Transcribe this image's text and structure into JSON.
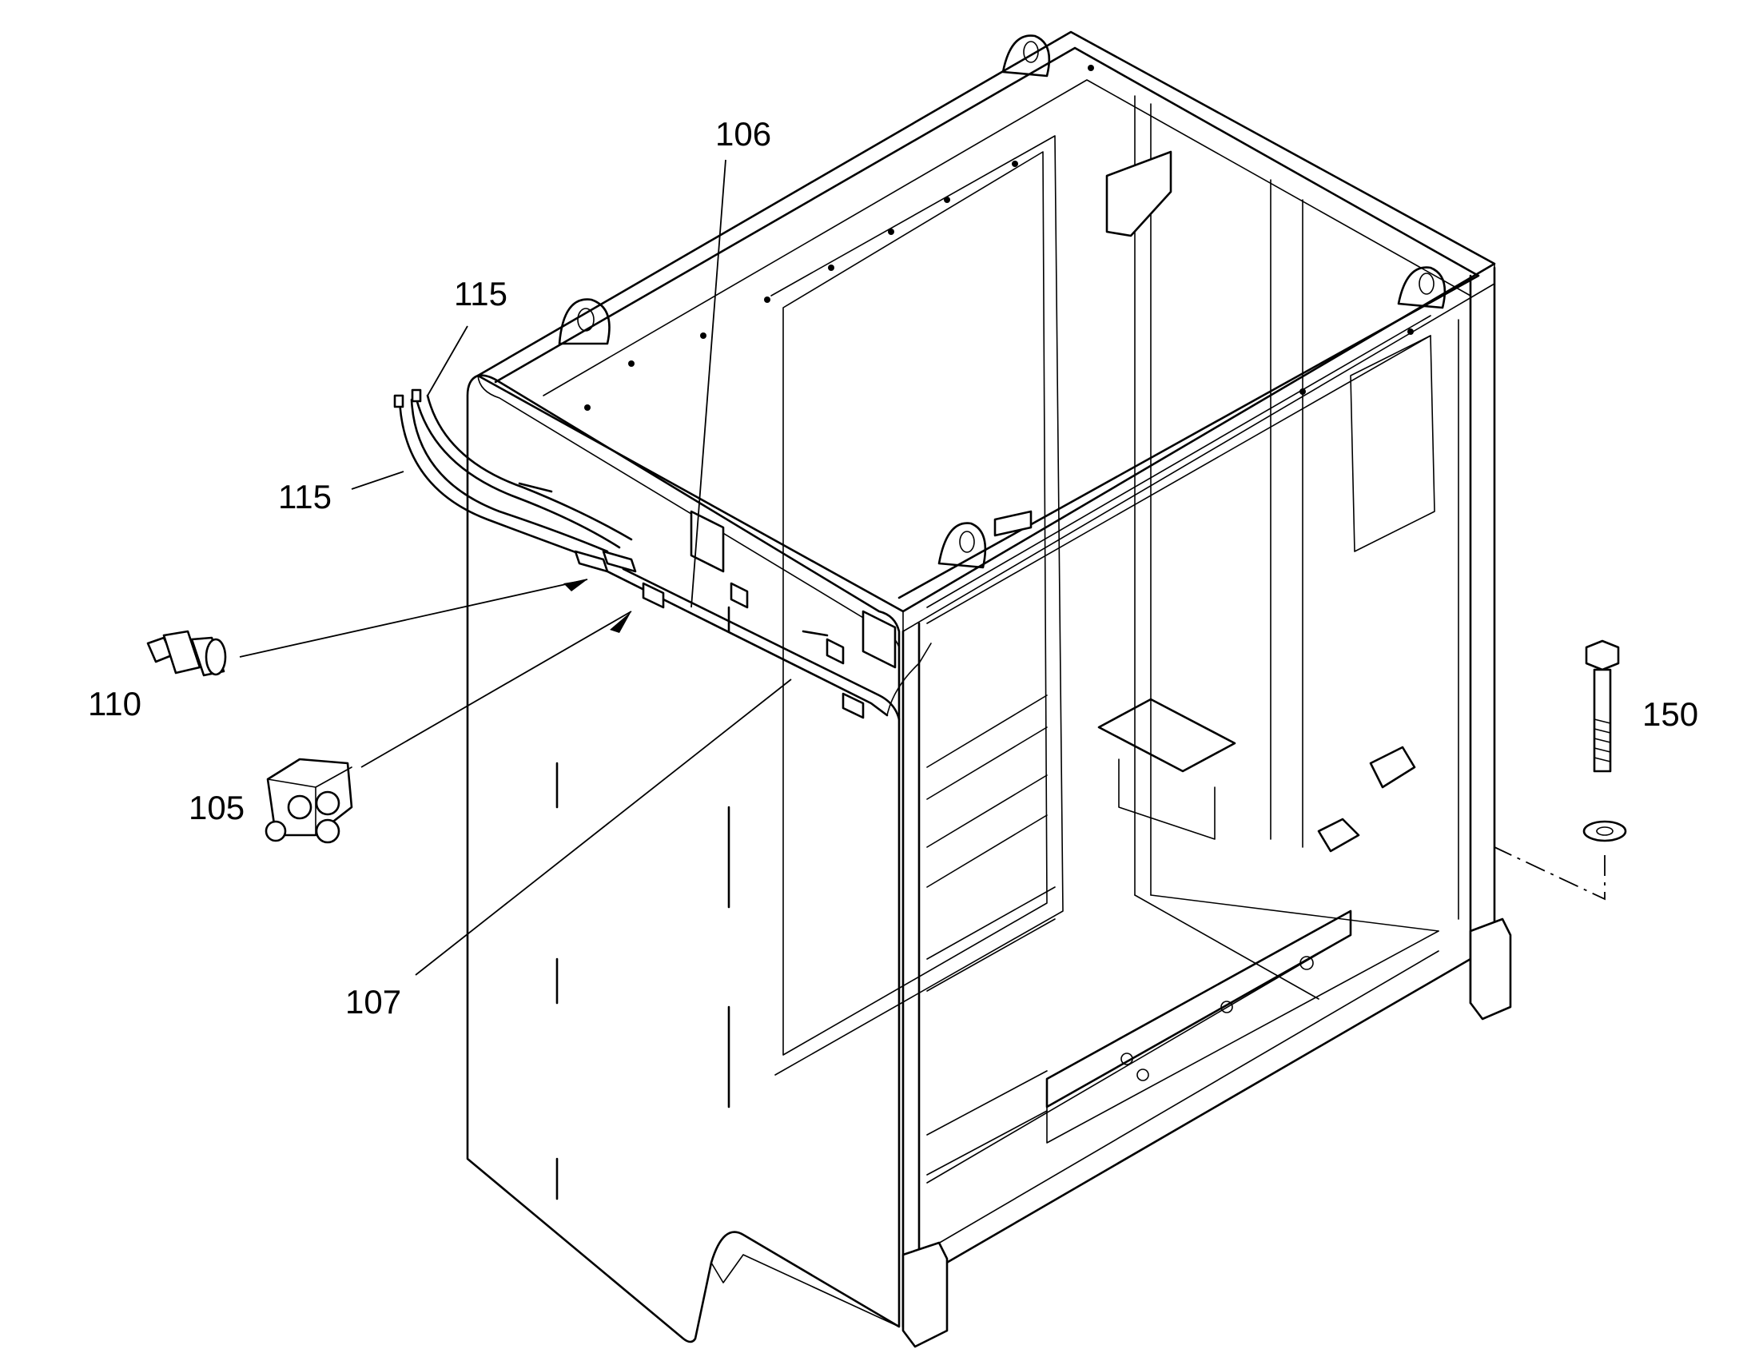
{
  "callouts": {
    "c106": "106",
    "c115a": "115",
    "c115b": "115",
    "c110": "110",
    "c105": "105",
    "c107": "107",
    "c150": "150"
  }
}
